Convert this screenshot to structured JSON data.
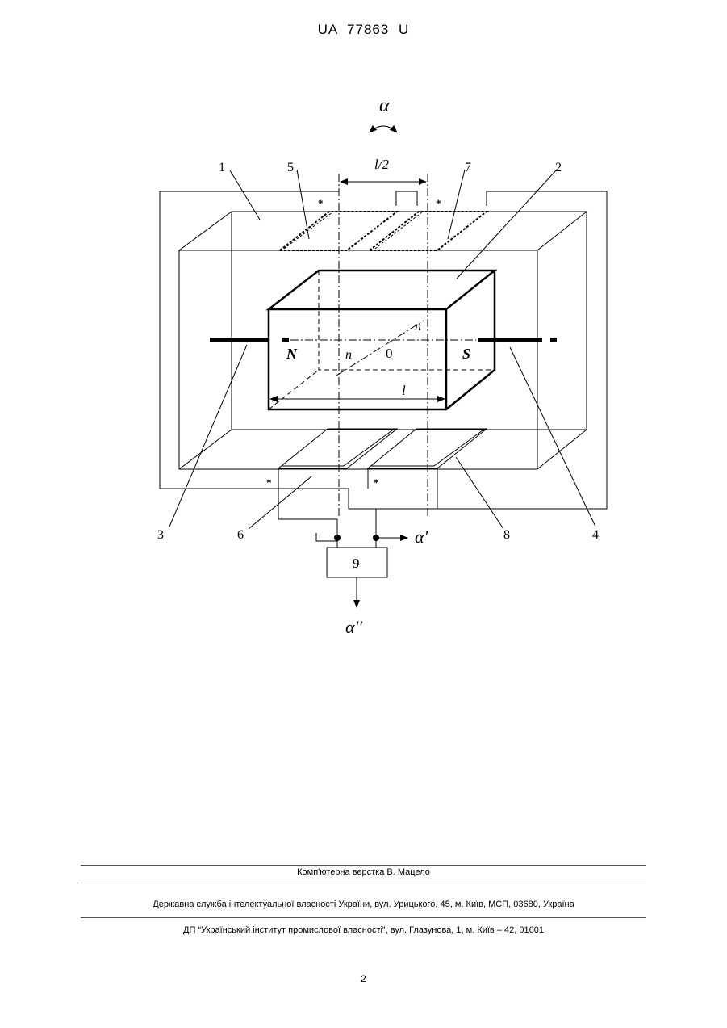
{
  "header": {
    "doc_number": "UA 77863 U"
  },
  "figure": {
    "alpha_top": "α",
    "half_length": "l/2",
    "length": "l",
    "pole_north": "N",
    "pole_south": "S",
    "center": "0",
    "axis_n_upper": "n",
    "axis_n_lower": "n",
    "output_alpha1": "α'",
    "output_alpha2": "α''",
    "block_9": "9",
    "refs": {
      "r1": "1",
      "r2": "2",
      "r3": "3",
      "r4": "4",
      "r5": "5",
      "r6": "6",
      "r7": "7",
      "r8": "8"
    },
    "star": "*"
  },
  "footer": {
    "typesetting": "Комп'ютерна верстка В. Мацело",
    "agency": "Державна служба інтелектуальної власності України, вул. Урицького, 45, м. Київ, МСП, 03680, Україна",
    "publisher": "ДП “Український інститут промислової власності”, вул. Глазунова, 1, м. Київ – 42, 01601",
    "page": "2"
  }
}
